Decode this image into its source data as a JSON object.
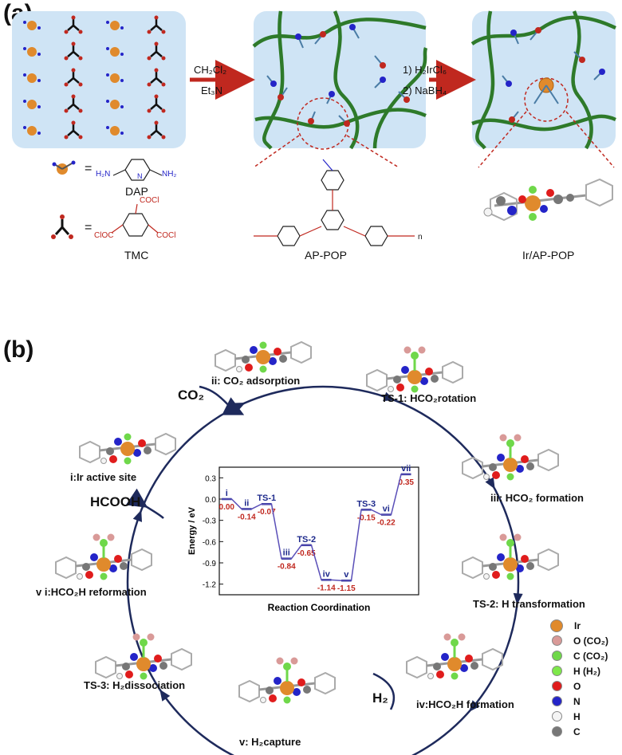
{
  "panel_a": {
    "label": "(a)",
    "step1_reagent_top": "CH₂Cl₂",
    "step1_reagent_bottom": "Et₃N",
    "step2_reagent_top": "1) H₂IrCl₆",
    "step2_reagent_bottom": "2) NaBH₄",
    "legend_dap_eq": "=",
    "legend_dap_name": "DAP",
    "legend_tmc_eq": "=",
    "legend_tmc_name": "TMC",
    "dap_group_h2n": "H₂N",
    "dap_group_nh2": "NH₂",
    "tmc_cocl_top": "COCl",
    "tmc_cocl_left": "ClOC",
    "tmc_cocl_right": "COCl",
    "appop_name": "AP-POP",
    "irappop_name": "Ir/AP-POP",
    "polymer_subscript": "n"
  },
  "panel_b": {
    "label": "(b)",
    "co2_label": "CO₂",
    "h2_label": "H₂",
    "hcooh_label": "HCOOH",
    "steps": {
      "i": "i:Ir active site",
      "ii": "ii: CO₂ adsorption",
      "ts1": "TS-1: HCO₂rotation",
      "iii": "iii: HCO₂ formation",
      "ts2": "TS-2:  H transformation",
      "iv": "iv:HCO₂H formation",
      "v": "v: H₂capture",
      "ts3": "TS-3: H₂dissociation",
      "vi": "v i:HCO₂H reformation"
    },
    "legend": [
      {
        "label": "Ir",
        "color": "#e08a2c"
      },
      {
        "label": "O (CO₂)",
        "color": "#d99a98"
      },
      {
        "label": "C (CO₂)",
        "color": "#6fd84a"
      },
      {
        "label": "H (H₂)",
        "color": "#7ee84a"
      },
      {
        "label": "O",
        "color": "#e01c1c"
      },
      {
        "label": "N",
        "color": "#2424c8"
      },
      {
        "label": "H",
        "color": "#f4f4f4"
      },
      {
        "label": "C",
        "color": "#777777"
      }
    ]
  },
  "chart_data": {
    "type": "line",
    "xlabel": "Reaction Coordination",
    "ylabel": "Energy / eV",
    "ylim": [
      -1.35,
      0.45
    ],
    "yticks": [
      "0.3",
      "0.0",
      "-0.3",
      "-0.6",
      "-0.9",
      "-1.2"
    ],
    "states": [
      {
        "name": "i",
        "value": 0.0,
        "value_label": "0.00"
      },
      {
        "name": "ii",
        "value": -0.14,
        "value_label": "-0.14"
      },
      {
        "name": "TS-1",
        "value": -0.07,
        "value_label": "-0.07"
      },
      {
        "name": "iii",
        "value": -0.84,
        "value_label": "-0.84"
      },
      {
        "name": "TS-2",
        "value": -0.65,
        "value_label": "-0.65"
      },
      {
        "name": "iv",
        "value": -1.14,
        "value_label": "-1.14"
      },
      {
        "name": "v",
        "value": -1.15,
        "value_label": "-1.15"
      },
      {
        "name": "TS-3",
        "value": -0.15,
        "value_label": "-0.15"
      },
      {
        "name": "vi",
        "value": -0.22,
        "value_label": "-0.22"
      },
      {
        "name": "vii",
        "value": 0.35,
        "value_label": "0.35"
      }
    ]
  }
}
